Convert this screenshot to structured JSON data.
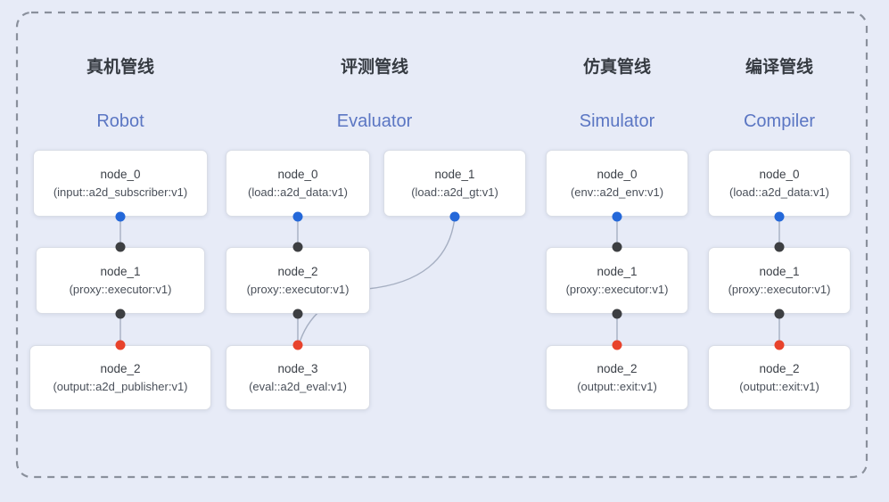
{
  "diagram_title": "pipeline-graphs",
  "colors": {
    "background": "#e7ebf7",
    "edge": "#a6afc2",
    "dashed_frame": "#8a909c",
    "port_blue": "#2468d9",
    "port_black": "#3d3f42",
    "port_red": "#e8432c",
    "title_cn": "#363b42",
    "title_en": "#5b76c3"
  },
  "pipelines": [
    {
      "title_cn": "真机管线",
      "title_en": "Robot",
      "nodes": [
        {
          "name": "node_0",
          "type": "(input::a2d_subscriber:v1)"
        },
        {
          "name": "node_1",
          "type": "(proxy::executor:v1)"
        },
        {
          "name": "node_2",
          "type": "(output::a2d_publisher:v1)"
        }
      ],
      "edges": [
        {
          "from": "node_0",
          "to": "node_1",
          "from_port": "blue",
          "to_port": "black"
        },
        {
          "from": "node_1",
          "to": "node_2",
          "from_port": "black",
          "to_port": "red"
        }
      ]
    },
    {
      "title_cn": "评测管线",
      "title_en": "Evaluator",
      "nodes": [
        {
          "name": "node_0",
          "type": "(load::a2d_data:v1)"
        },
        {
          "name": "node_1",
          "type": "(load::a2d_gt:v1)"
        },
        {
          "name": "node_2",
          "type": "(proxy::executor:v1)"
        },
        {
          "name": "node_3",
          "type": "(eval::a2d_eval:v1)"
        }
      ],
      "edges": [
        {
          "from": "node_0",
          "to": "node_2",
          "from_port": "blue",
          "to_port": "black"
        },
        {
          "from": "node_2",
          "to": "node_3",
          "from_port": "black",
          "to_port": "red"
        },
        {
          "from": "node_1",
          "to": "node_3",
          "from_port": "blue",
          "to_port": "red",
          "shape": "curved"
        }
      ]
    },
    {
      "title_cn": "仿真管线",
      "title_en": "Simulator",
      "nodes": [
        {
          "name": "node_0",
          "type": "(env::a2d_env:v1)"
        },
        {
          "name": "node_1",
          "type": "(proxy::executor:v1)"
        },
        {
          "name": "node_2",
          "type": "(output::exit:v1)"
        }
      ],
      "edges": [
        {
          "from": "node_0",
          "to": "node_1",
          "from_port": "blue",
          "to_port": "black"
        },
        {
          "from": "node_1",
          "to": "node_2",
          "from_port": "black",
          "to_port": "red"
        }
      ]
    },
    {
      "title_cn": "编译管线",
      "title_en": "Compiler",
      "nodes": [
        {
          "name": "node_0",
          "type": "(load::a2d_data:v1)"
        },
        {
          "name": "node_1",
          "type": "(proxy::executor:v1)"
        },
        {
          "name": "node_2",
          "type": "(output::exit:v1)"
        }
      ],
      "edges": [
        {
          "from": "node_0",
          "to": "node_1",
          "from_port": "blue",
          "to_port": "black"
        },
        {
          "from": "node_1",
          "to": "node_2",
          "from_port": "black",
          "to_port": "red"
        }
      ]
    }
  ]
}
